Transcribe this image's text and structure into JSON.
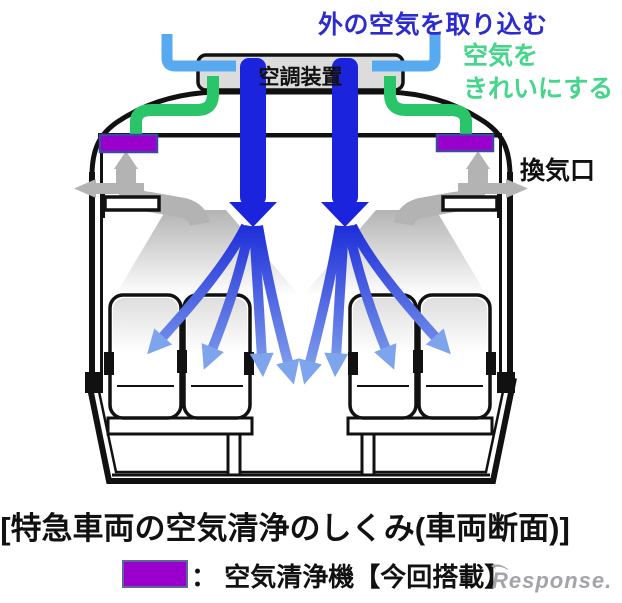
{
  "diagram": {
    "intake_label": "外の空気を取り込む",
    "clean_label_line1": "空気を",
    "clean_label_line2": "きれいにする",
    "ac_unit_label": "空調装置",
    "vent_label": "換気口",
    "caption": "[特急車両の空気清浄のしくみ(車両断面)]",
    "legend": {
      "swatch_color": "#9900cc",
      "label": "： 空気清浄機【今回搭載】"
    },
    "watermark": "Response.",
    "colors": {
      "intake_text_blue": "#2b2bd0",
      "clean_text_green": "#45d68b",
      "outside_air_pipe_lightblue": "#58aaf0",
      "clean_air_pipe_green": "#29c568",
      "supply_air_blue": "#1b24dc",
      "airflow_ribbon_light": "#8fb0ef",
      "purifier_purple": "#9900cc",
      "exhaust_gray": "#b3b3b3",
      "ac_box_gray": "#dcdcdc"
    }
  }
}
